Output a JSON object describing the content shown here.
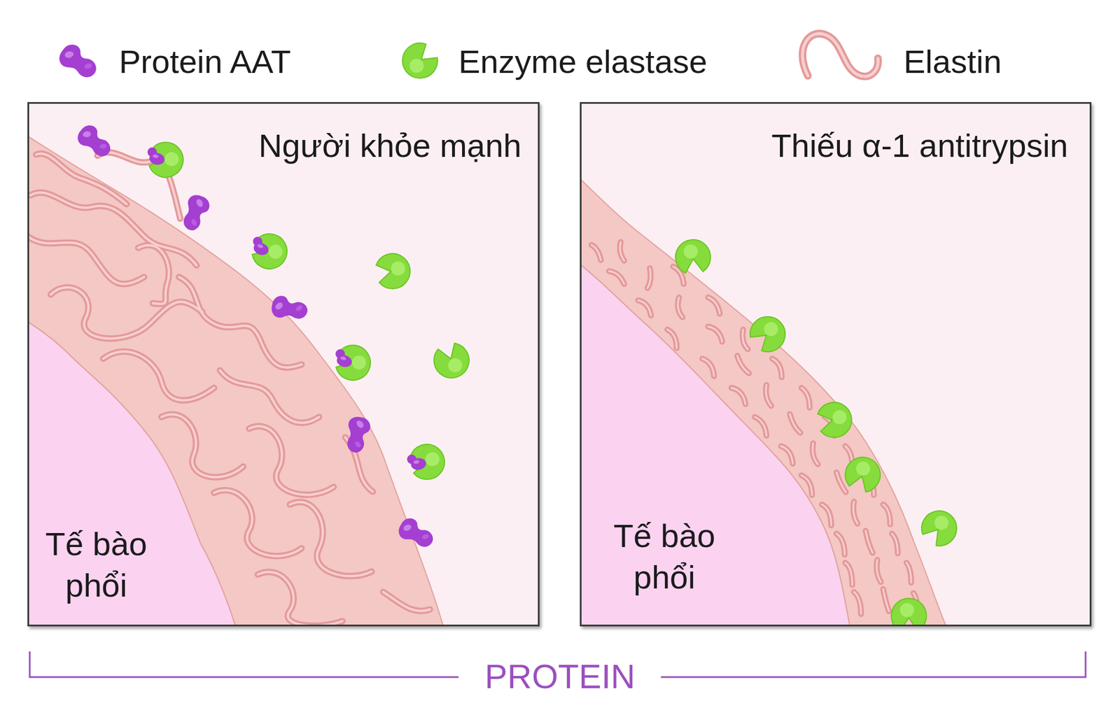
{
  "diagram": {
    "nodes": [
      {
        "text": [
          "Người khỏe mạnh"
        ]
      },
      {
        "text": [
          "Tế bào phổi"
        ],
        "in": 0
      },
      {
        "text": [
          "Thiếu α-1 antitrypsin"
        ]
      },
      {
        "text": [
          "Tế bào phổi"
        ],
        "in": 2
      }
    ],
    "labels": [
      "PROTEIN"
    ],
    "legend": [
      {
        "text": "Protein AAT"
      },
      {
        "text": "Enzyme elastase"
      },
      {
        "text": "Elastin"
      }
    ]
  }
}
